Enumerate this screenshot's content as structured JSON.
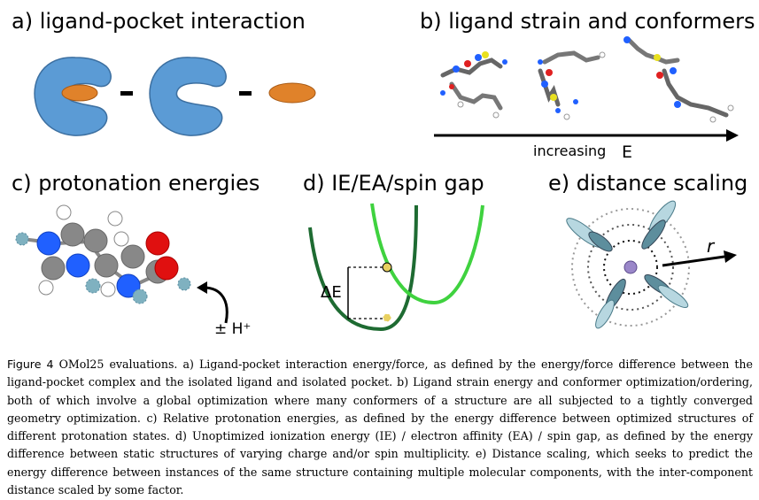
{
  "panels": {
    "a": {
      "title": "a) ligand-pocket interaction"
    },
    "b": {
      "title": "b) ligand strain and conformers",
      "axis_label": "increasing",
      "axis_symbol": "E"
    },
    "c": {
      "title": "c) protonation energies",
      "reaction": "± H⁺"
    },
    "d": {
      "title": "d) IE/EA/spin gap",
      "gap_label": "ΔE"
    },
    "e": {
      "title": "e) distance scaling",
      "r_label": "r"
    }
  },
  "caption": {
    "label": "Figure 4",
    "text": "OMol25 evaluations. a) Ligand-pocket interaction energy/force, as defined by the energy/force difference between the ligand-pocket complex and the isolated ligand and isolated pocket. b) Ligand strain energy and conformer optimization/ordering, both of which involve a global optimization where many conformers of a structure are all subjected to a tightly converged geometry optimization. c) Relative protonation energies, as defined by the energy difference between optimized structures of different protonation states. d) Unoptimized ionization energy (IE) / electron affinity (EA) / spin gap, as defined by the energy difference between static structures of varying charge and/or spin multiplicity. e) Distance scaling, which seeks to predict the energy difference between instances of the same structure containing multiple molecular components, with the inter-component distance scaled by some factor."
  },
  "colors": {
    "pocket": "#5b9bd5",
    "ligand": "#e0822a",
    "curve_dark": "#1e6b32",
    "curve_light": "#3fd23f",
    "ring_blue": "#2e86c1"
  }
}
